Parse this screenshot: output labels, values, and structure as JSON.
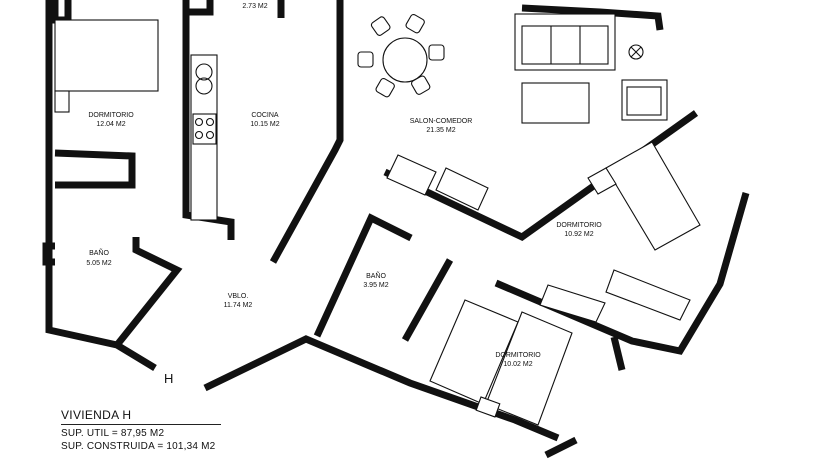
{
  "plan": {
    "unit_letter": "H",
    "rooms": [
      {
        "key": "aseo",
        "name": "",
        "area": "2.73 M2"
      },
      {
        "key": "dormitorio1",
        "name": "DORMITORIO",
        "area": "12.04 M2"
      },
      {
        "key": "cocina",
        "name": "COCINA",
        "area": "10.15 M2"
      },
      {
        "key": "salon",
        "name": "SALON-COMEDOR",
        "area": "21.35 M2"
      },
      {
        "key": "dormitorio2",
        "name": "DORMITORIO",
        "area": "10.92 M2"
      },
      {
        "key": "bano1",
        "name": "BAÑO",
        "area": "5.05 M2"
      },
      {
        "key": "bano2",
        "name": "BAÑO",
        "area": "3.95 M2"
      },
      {
        "key": "vblo",
        "name": "VBLO.",
        "area": "11.74 M2"
      },
      {
        "key": "dormitorio3",
        "name": "DORMITORIO",
        "area": "10.02 M2"
      }
    ]
  },
  "legend": {
    "title": "VIVIENDA H",
    "sup_util": "SUP. UTIL = 87,95 M2",
    "sup_construida": "SUP. CONSTRUIDA = 101,34 M2"
  }
}
